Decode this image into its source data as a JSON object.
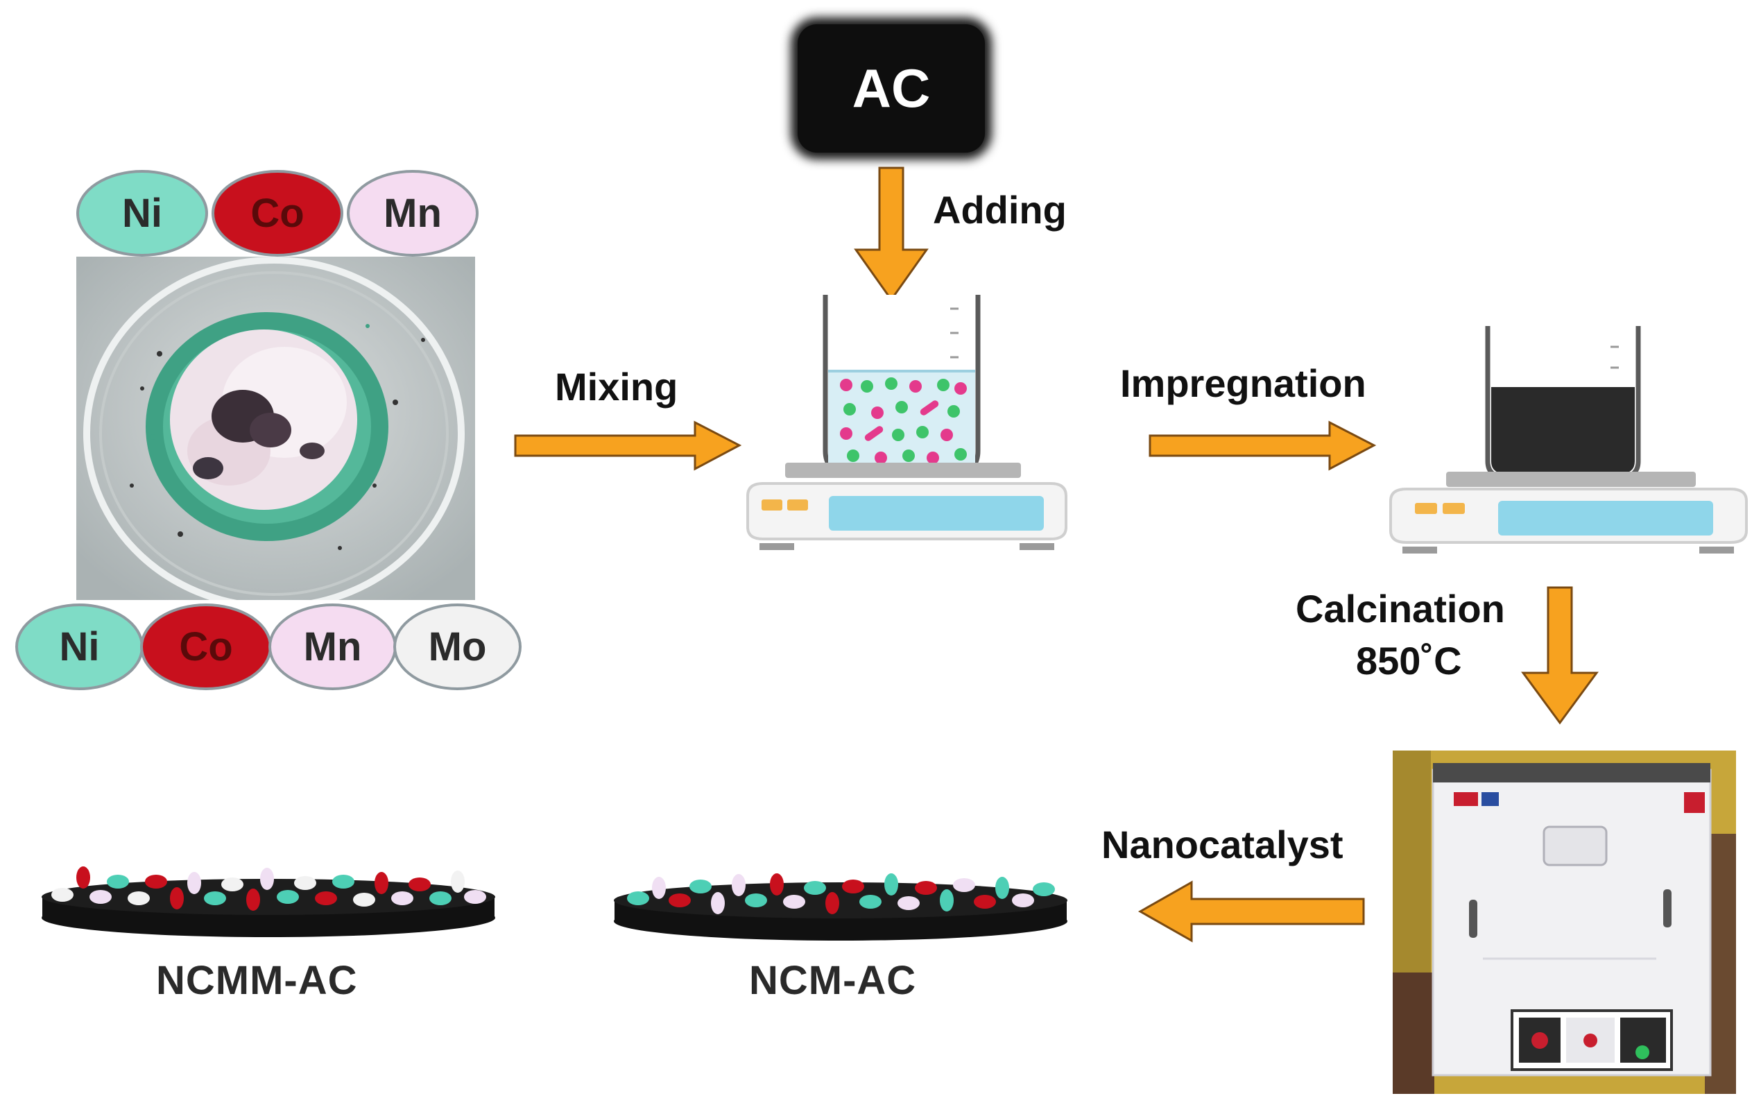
{
  "colors": {
    "arrow": "#f7a21f",
    "arrow_outline": "#7a4a12",
    "ni": "#7fdcc6",
    "co": "#c8101d",
    "mn": "#f5dcf1",
    "mo": "#f2f2f2",
    "screen": "#8fd6ea",
    "button": "#f3b54a"
  },
  "source_material": {
    "top_row": [
      "Ni",
      "Co",
      "Mn"
    ],
    "bottom_row": [
      "Ni",
      "Co",
      "Mn",
      "Mo"
    ]
  },
  "support": {
    "label": "AC"
  },
  "steps": {
    "adding": "Adding",
    "mixing": "Mixing",
    "impregnation": "Impregnation",
    "calcination": "Calcination",
    "temperature": "850˚C",
    "nanocatalyst": "Nanocatalyst"
  },
  "products": {
    "ncm": "NCM-AC",
    "ncmm": "NCMM-AC"
  },
  "icons": {
    "arrow": "arrow-icon",
    "beaker": "beaker-icon",
    "stirrer": "magnetic-stirrer-icon",
    "furnace": "furnace-photo",
    "powder": "powder-photo"
  }
}
